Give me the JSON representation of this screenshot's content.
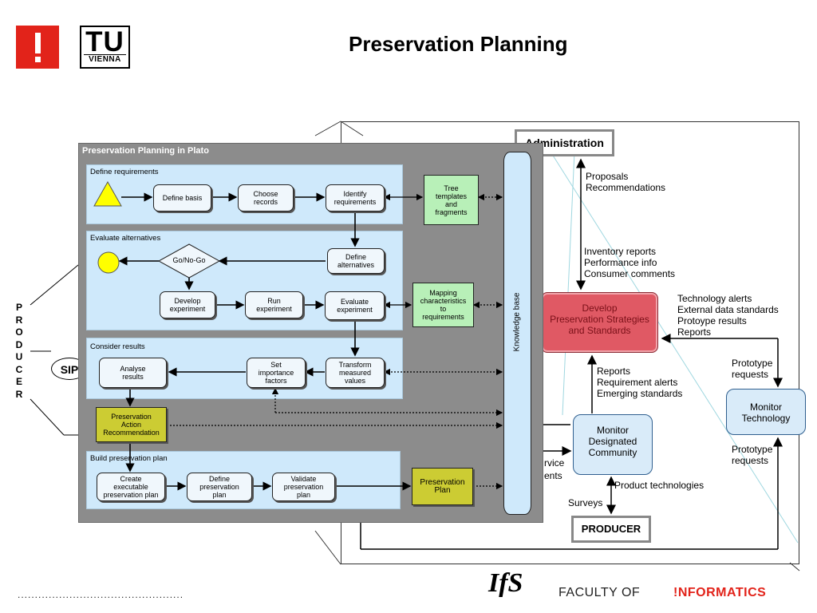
{
  "header": {
    "title": "Preservation Planning",
    "logo_tu": "TU",
    "logo_vienna": "VIENNA"
  },
  "background": {
    "administration": "Administration",
    "producer": "PRODUCER",
    "develop": "Develop\nPreservation Strategies\nand Standards",
    "monitor_community": "Monitor\nDesignated\nCommunity",
    "monitor_technology": "Monitor\nTechnology",
    "proposals": "Proposals\nRecommendations",
    "inventory": "Inventory reports\nPerformance info\nConsumer comments",
    "tech_alerts": "Technology alerts\nExternal data standards\nProtoype results\nReports",
    "reports": "Reports\nRequirement alerts\nEmerging standards",
    "prototype_requests_top": "Prototype\nrequests",
    "prototype_requests_bottom": "Prototype\nrequests",
    "product_tech": "Product  technologies",
    "surveys": "Surveys",
    "service": "rvice",
    "ents": "ents",
    "producer_vertical": "P\nR\nO\nD\nU\nC\nE\nR",
    "sip": "SIP"
  },
  "plato": {
    "title": "Preservation Planning in Plato",
    "stages": {
      "define": "Define requirements",
      "evaluate": "Evaluate alternatives",
      "consider": "Consider results",
      "build": "Build preservation plan"
    },
    "nodes": {
      "define_basis": "Define basis",
      "choose_records": "Choose\nrecords",
      "identify_req": "Identify\nrequirements",
      "tree_templates": "Tree\ntemplates\nand\nfragments",
      "define_alt": "Define\nalternatives",
      "go_nogo": "Go/No-Go",
      "develop_exp": "Develop\nexperiment",
      "run_exp": "Run\nexperiment",
      "evaluate_exp": "Evaluate\nexperiment",
      "mapping": "Mapping\ncharacteristics\nto\nrequirements",
      "analyse": "Analyse\nresults",
      "set_importance": "Set\nimportance\nfactors",
      "transform": "Transform\nmeasured\nvalues",
      "par": "Preservation\nAction\nRecommendation",
      "create_plan": "Create\nexecutable\npreservation plan",
      "define_plan": "Define\npreservation\nplan",
      "validate_plan": "Validate\npreservation\nplan",
      "preservation_plan": "Preservation\nPlan",
      "knowledge_base": "Knowledge base"
    }
  },
  "footer": {
    "dots": "................................................",
    "ifs": "IfS",
    "faculty": "FACULTY  OF",
    "informatics": "!NFORMATICS"
  }
}
